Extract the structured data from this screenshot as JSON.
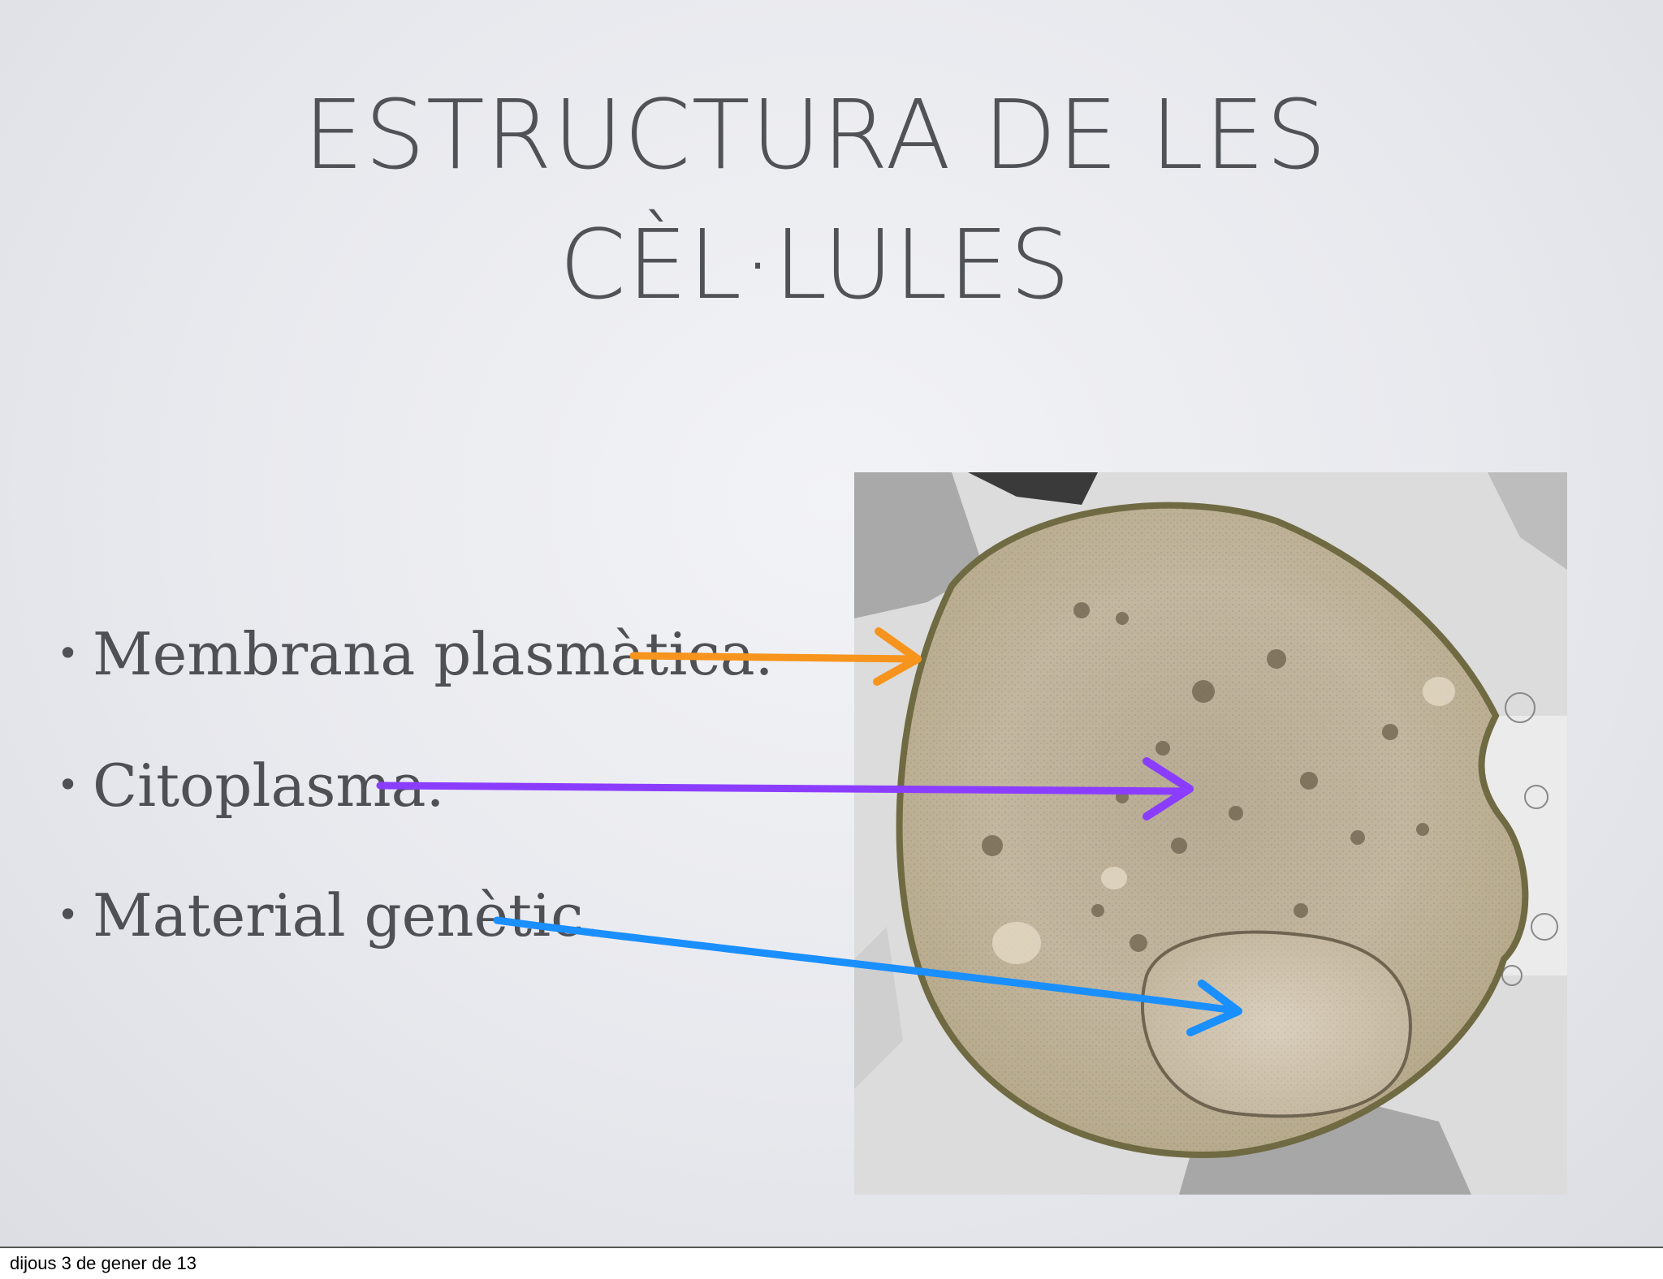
{
  "slide": {
    "title_line1": "ESTRUCTURA DE LES",
    "title_line2": "CÈL·LULES",
    "bullet_glyph": "•",
    "bullets": [
      {
        "label": "Membrana plasmàtica.",
        "arrow_color": "#f7941d"
      },
      {
        "label": "Citoplasma.",
        "arrow_color": "#8b3dff"
      },
      {
        "label": "Material genètic.",
        "arrow_color": "#1a8fff"
      }
    ]
  },
  "image": {
    "description_icon": "cell-micrograph-image"
  },
  "footer": {
    "date_text": "dijous 3 de gener de 13"
  }
}
